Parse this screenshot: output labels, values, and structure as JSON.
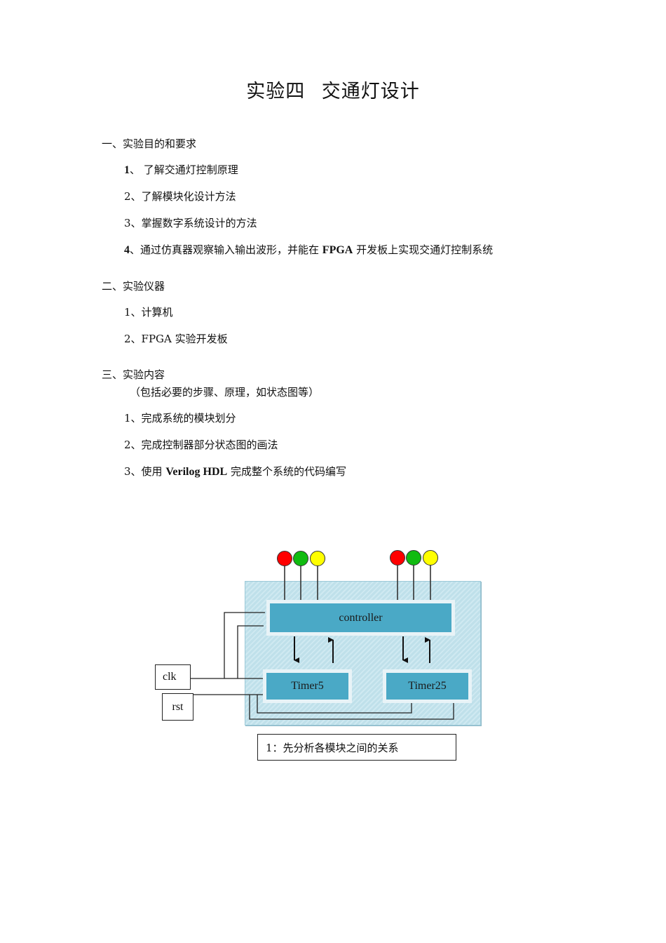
{
  "title": {
    "part1": "实验四",
    "part2": "交通灯设计"
  },
  "sections": [
    {
      "heading": "一、实验目的和要求",
      "items": [
        {
          "num": "1",
          "sep": "、 ",
          "text": "了解交通灯控制原理"
        },
        {
          "num": "2",
          "sep": "、",
          "text": "了解模块化设计方法"
        },
        {
          "num": "3",
          "sep": "、",
          "text": "掌握数字系统设计的方法"
        },
        {
          "num": "4",
          "sep": "、",
          "text_before": "通过仿真器观察输入输出波形，并能在 ",
          "bold": "FPGA",
          "text_after": " 开发板上实现交通灯控制系统"
        }
      ]
    },
    {
      "heading": "二、实验仪器",
      "items": [
        {
          "text": "1、计算机"
        },
        {
          "text": "2、FPGA 实验开发板"
        }
      ]
    },
    {
      "heading": "三、实验内容",
      "note": "（包括必要的步骤、原理，如状态图等）",
      "items": [
        {
          "text": "1、完成系统的模块划分"
        },
        {
          "text": "2、完成控制器部分状态图的画法"
        },
        {
          "text_before": "3、使用 ",
          "bold": "Verilog HDL",
          "text_after": " 完成整个系统的代码编写"
        }
      ]
    }
  ],
  "diagram": {
    "controller_label": "controller",
    "timer5_label": "Timer5",
    "timer25_label": "Timer25",
    "clk_label": "clk",
    "rst_label": "rst",
    "caption": "1：先分析各模块之间的关系",
    "light_colors": [
      "#ff0000",
      "#11bb11",
      "#ffff00"
    ],
    "block_color": "#4aa9c6"
  }
}
